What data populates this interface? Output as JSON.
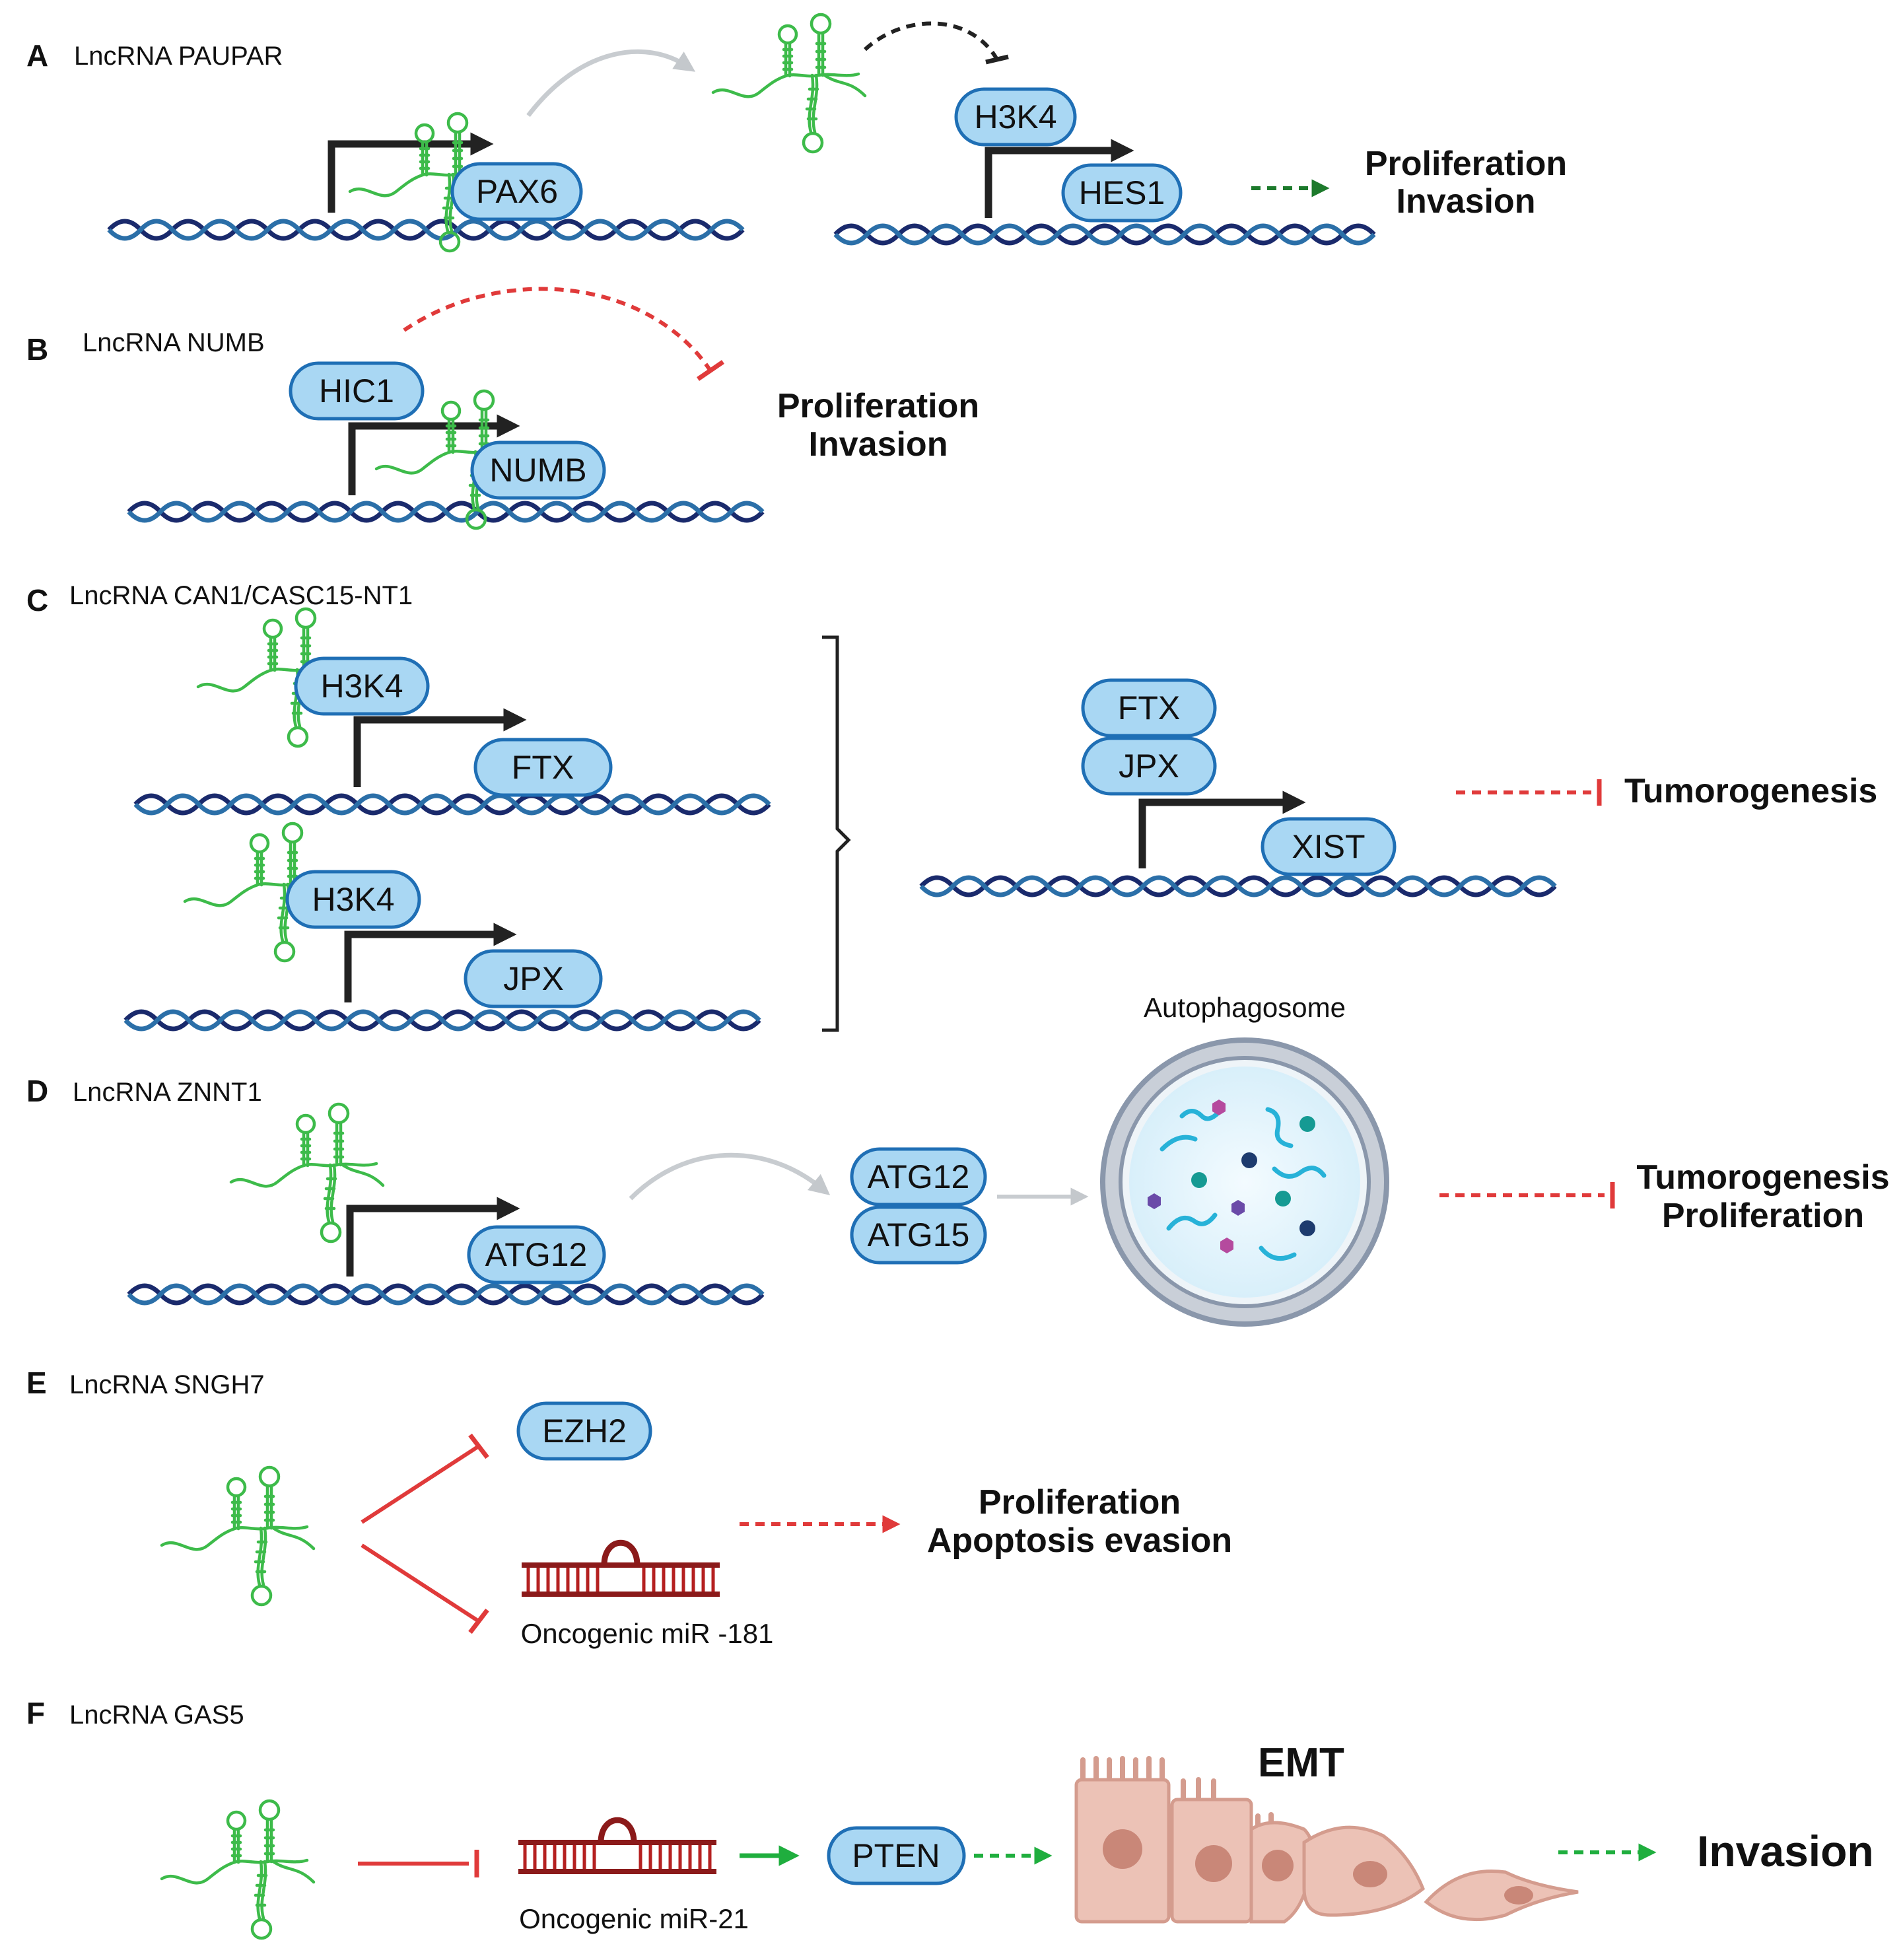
{
  "panels": {
    "a": {
      "letter": "A",
      "title": "LncRNA PAUPAR",
      "pax6": "PAX6",
      "h3k4": "H3K4",
      "hes1": "HES1",
      "outcome1": "Proliferation",
      "outcome2": "Invasion"
    },
    "b": {
      "letter": "B",
      "title": "LncRNA NUMB",
      "hic1": "HIC1",
      "numb": "NUMB",
      "outcome1": "Proliferation",
      "outcome2": "Invasion"
    },
    "c": {
      "letter": "C",
      "title": "LncRNA CAN1/CASC15-NT1",
      "h3k4_top": "H3K4",
      "ftx_gene": "FTX",
      "h3k4_bottom": "H3K4",
      "jpx_gene": "JPX",
      "ftx_right": "FTX",
      "jpx_right": "JPX",
      "xist": "XIST",
      "outcome": "Tumorogenesis"
    },
    "d": {
      "letter": "D",
      "title": "LncRNA ZNNT1",
      "atg12_gene": "ATG12",
      "atg12": "ATG12",
      "atg15": "ATG15",
      "autophagosome": "Autophagosome",
      "outcome1": "Tumorogenesis",
      "outcome2": "Proliferation"
    },
    "e": {
      "letter": "E",
      "title": "LncRNA SNGH7",
      "ezh2": "EZH2",
      "mir_label": "Oncogenic miR -181",
      "outcome1": "Proliferation",
      "outcome2": "Apoptosis evasion"
    },
    "f": {
      "letter": "F",
      "title": "LncRNA GAS5",
      "mir_label": "Oncogenic miR-21",
      "pten": "PTEN",
      "emt": "EMT",
      "outcome": "Invasion"
    }
  },
  "colors": {
    "activation_green": "#1a9b3a",
    "inhibition_red": "#e03a3a",
    "pill_fill": "#a9d7f3",
    "pill_stroke": "#1f6fb5",
    "rna_green": "#3dbb4a",
    "mirna_red": "#8b1a1a"
  }
}
